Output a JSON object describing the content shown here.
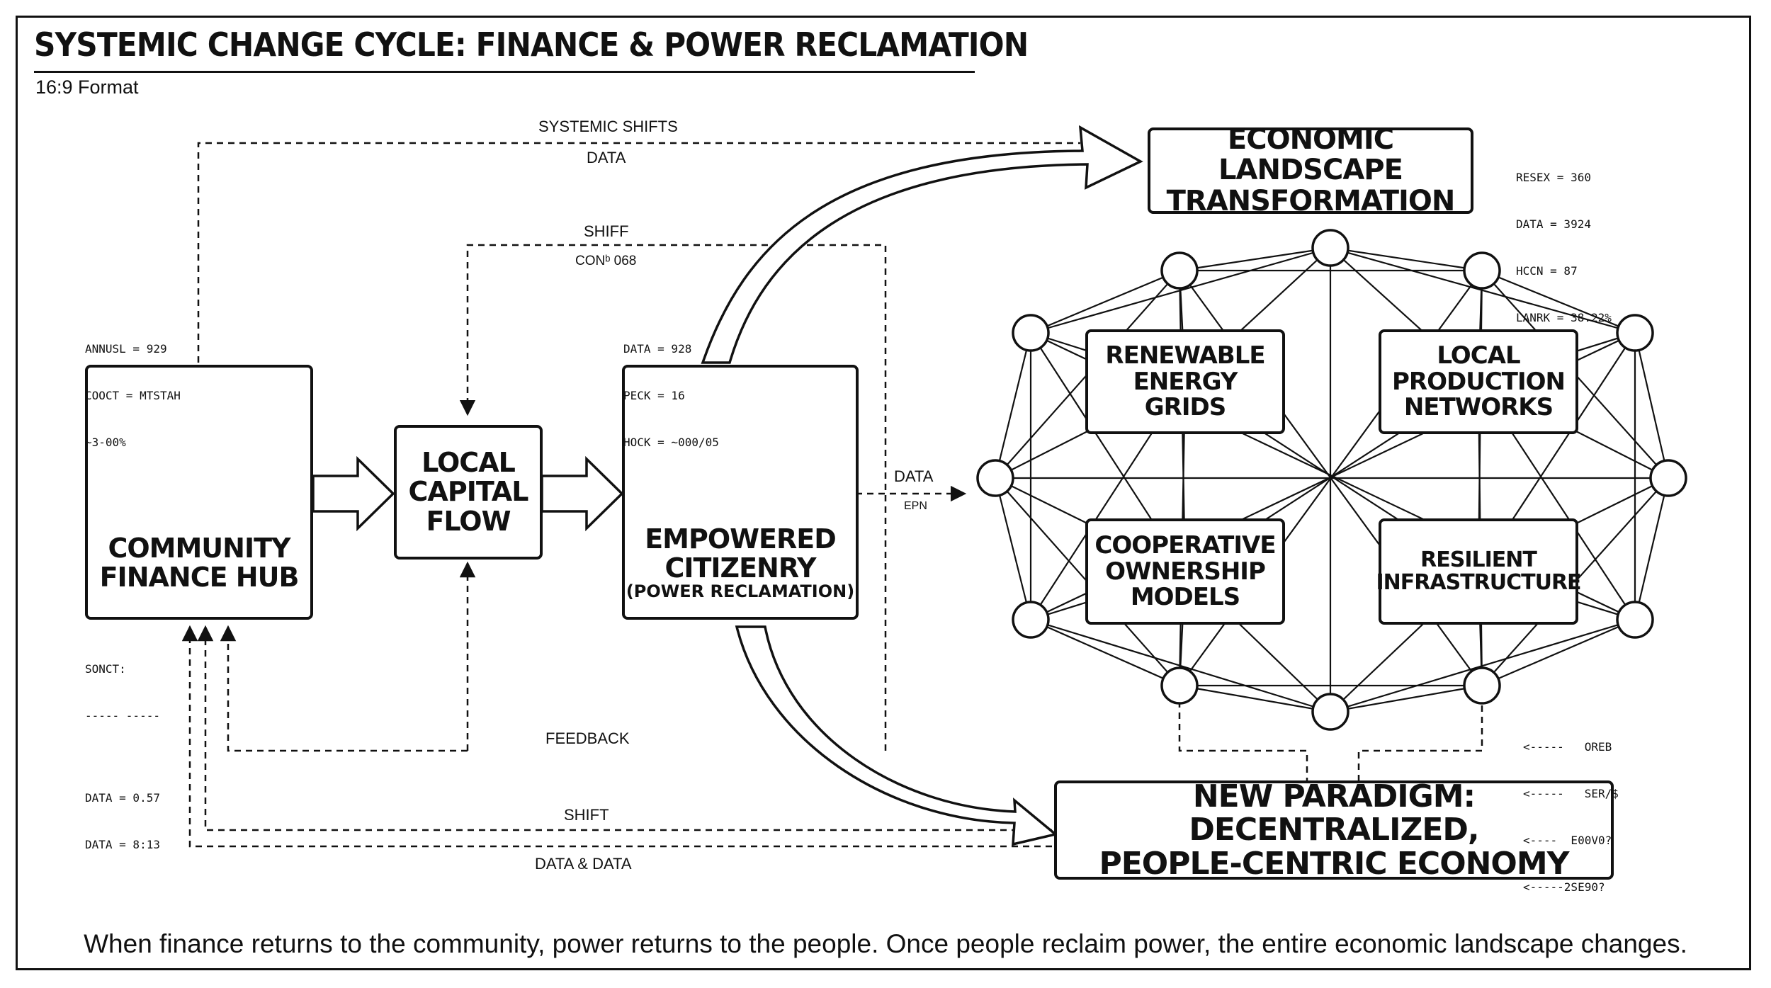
{
  "header": {
    "title": "SYSTEMIC CHANGE CYCLE: FINANCE & POWER RECLAMATION",
    "subtitle": "16:9 Format"
  },
  "nodes": {
    "hub": {
      "line1": "COMMUNITY",
      "line2": "FINANCE HUB",
      "icon": "gear-dollar-icon"
    },
    "capital": {
      "line1": "LOCAL",
      "line2": "CAPITAL",
      "line3": "FLOW"
    },
    "citizenry": {
      "line1": "EMPOWERED",
      "line2": "CITIZENRY",
      "line3": "(POWER RECLAMATION)",
      "icon": "raised-fist-lightning-icon"
    },
    "landscape": {
      "line1": "ECONOMIC LANDSCAPE",
      "line2": "TRANSFORMATION"
    },
    "renewable": {
      "line1": "RENEWABLE",
      "line2": "ENERGY",
      "line3": "GRIDS"
    },
    "production": {
      "line1": "LOCAL",
      "line2": "PRODUCTION",
      "line3": "NETWORKS"
    },
    "cooperative": {
      "line1": "COOPERATIVE",
      "line2": "OWNERSHIP",
      "line3": "MODELS"
    },
    "resilient": {
      "line1": "RESILIENT",
      "line2": "INFRASTRUCTURE"
    },
    "paradigm": {
      "line1": "NEW PARADIGM: DECENTRALIZED,",
      "line2": "PEOPLE-CENTRIC ECONOMY"
    }
  },
  "flow_labels": {
    "systemic_shifts": "SYSTEMIC SHIFTS",
    "systemic_data": "DATA",
    "shiff": "SHIFF",
    "con_068": "CONᵇ 068",
    "data_arrow": "DATA",
    "epn": "EPN",
    "feedback": "FEEDBACK",
    "shift": "SHIFT",
    "data_and_data": "DATA & DATA"
  },
  "readouts": {
    "hub_top": [
      "ANNUSL = 929",
      "COOCT = MTSTAH",
      "~3-00%"
    ],
    "hub_bottom": [
      "SONCT:",
      "----- -----",
      "",
      "DATA = 0.57",
      "DATA = 8:13"
    ],
    "citizen_top": [
      "DATA = 928",
      "PECK = 16",
      "HOCK = ~000/05"
    ],
    "landscape_right": [
      "RESEX = 360",
      "DATA = 3924",
      "HCCN = 87",
      "LANRK = 38.22%"
    ],
    "network_legend": [
      "<-----   OREB",
      "<-----   SER/$",
      "<----  E00V0?",
      "<-----2SE90?"
    ]
  },
  "footer": {
    "caption": "When finance returns to the community, power returns to the people. Once people reclaim power, the entire economic landscape changes."
  }
}
